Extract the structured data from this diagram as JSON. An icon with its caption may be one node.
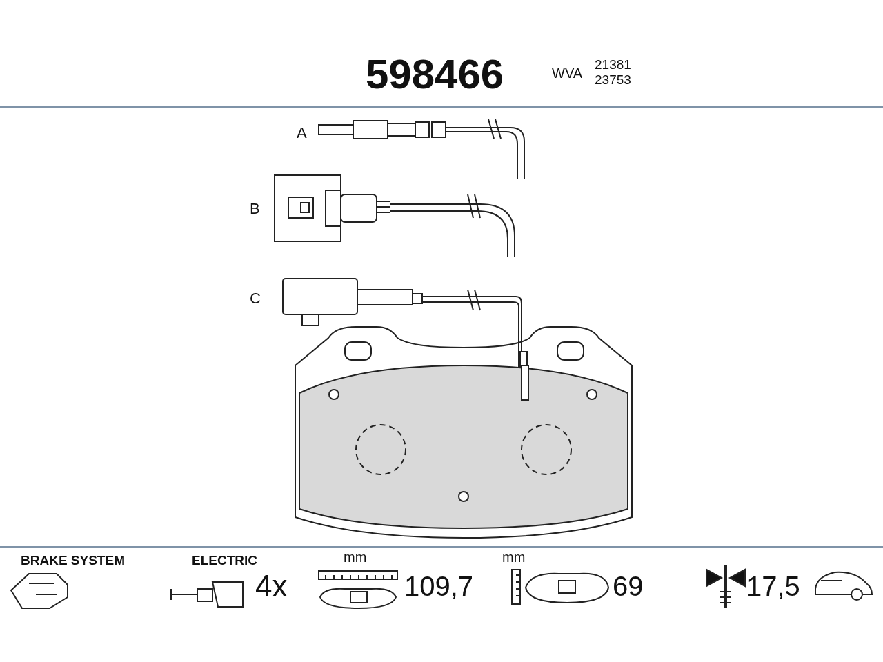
{
  "diagram": {
    "title": "598466",
    "labels": [
      "WVA",
      "21381",
      "23753",
      "A",
      "B",
      "C",
      "BRAKE SYSTEM",
      "ELECTRIC",
      "4x",
      "mm",
      "109,7",
      "mm",
      "69",
      "17,5"
    ]
  }
}
